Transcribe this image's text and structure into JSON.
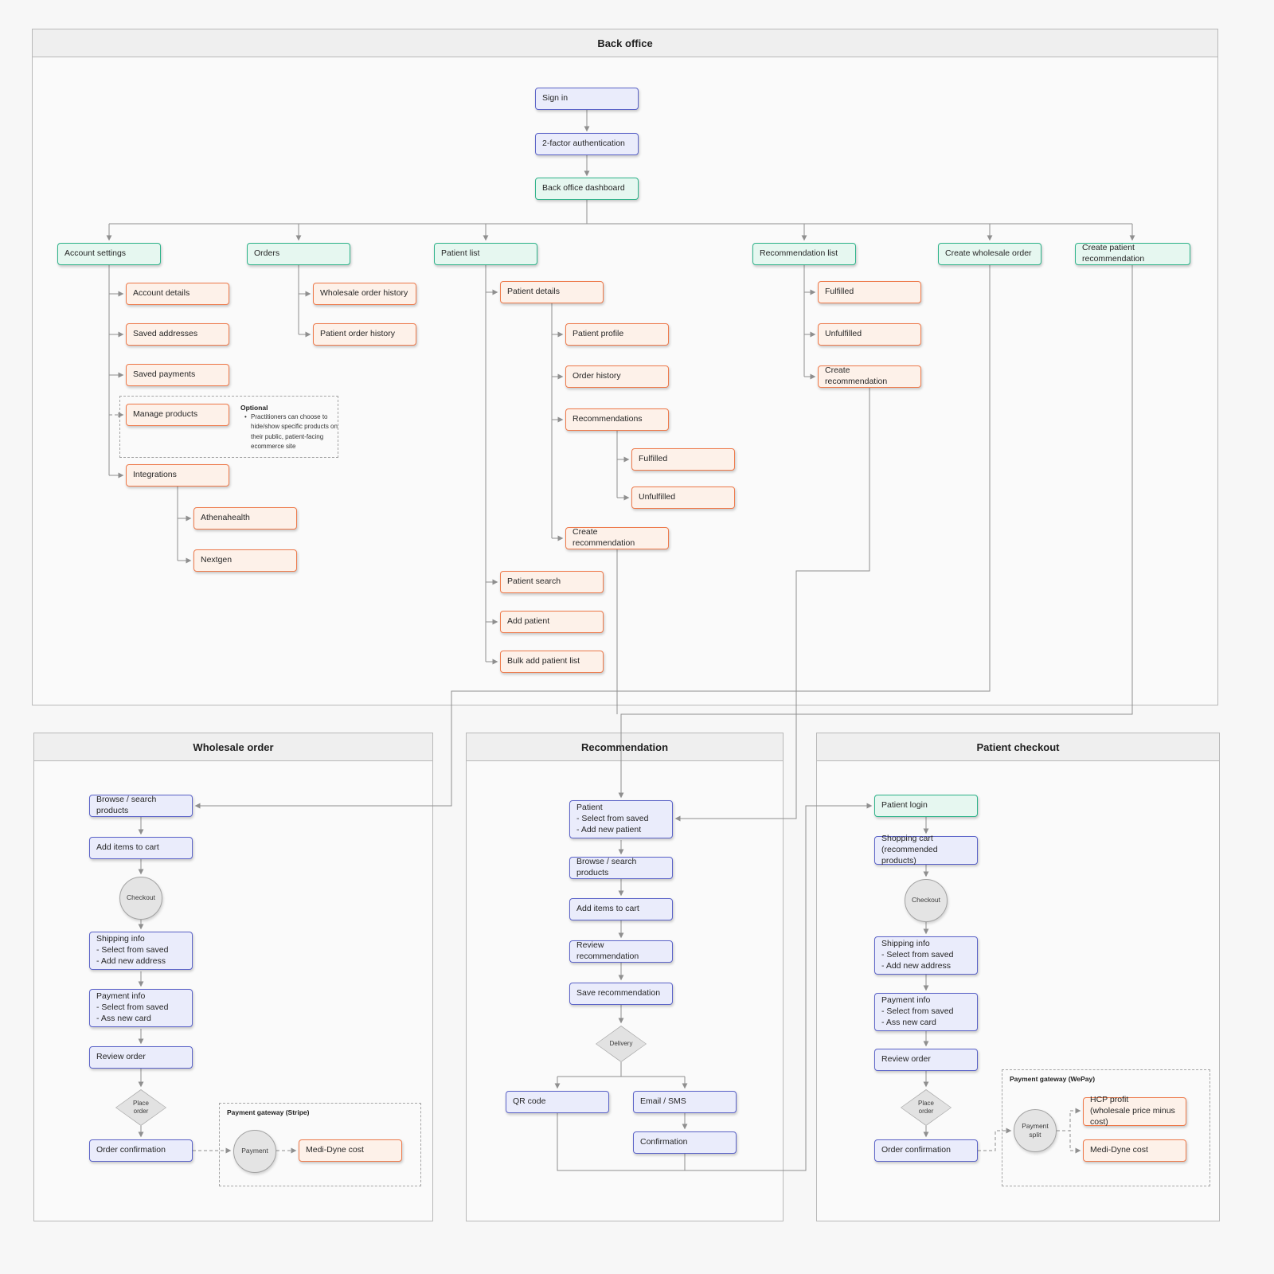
{
  "containers": {
    "back_office": "Back office",
    "wholesale": "Wholesale order",
    "recommendation": "Recommendation",
    "checkout": "Patient checkout"
  },
  "colors": {
    "primary_node_border": "#5b63c8",
    "success_node_border": "#2fb38a",
    "accent_node_border": "#ee7a4b"
  },
  "nodes": {
    "sign_in": "Sign in",
    "two_factor": "2-factor authentication",
    "dashboard": "Back office dashboard",
    "account_settings": "Account settings",
    "orders": "Orders",
    "patient_list": "Patient list",
    "recommendation_list": "Recommendation list",
    "create_wholesale_order": "Create wholesale order",
    "create_patient_recommendation": "Create patient recommendation",
    "account_details": "Account details",
    "saved_addresses": "Saved addresses",
    "saved_payments": "Saved payments",
    "manage_products": "Manage products",
    "integrations": "Integrations",
    "athenahealth": "Athenahealth",
    "nextgen": "Nextgen",
    "wholesale_order_history": "Wholesale order history",
    "patient_order_history": "Patient order history",
    "patient_details": "Patient details",
    "patient_profile": "Patient profile",
    "order_history": "Order history",
    "recommendations": "Recommendations",
    "rec_fulfilled": "Fulfilled",
    "rec_unfulfilled": "Unfulfilled",
    "create_recommendation_pd": "Create recommendation",
    "patient_search": "Patient search",
    "add_patient": "Add patient",
    "bulk_add_patient_list": "Bulk add patient list",
    "list_fulfilled": "Fulfilled",
    "list_unfulfilled": "Unfulfilled",
    "create_recommendation_rl": "Create recommendation",
    "ws_browse": "Browse / search products",
    "ws_add_items": "Add items to cart",
    "ws_checkout": "Checkout",
    "ws_shipping": "Shipping info\n- Select from saved\n- Add new address",
    "ws_payment": "Payment info\n- Select from saved\n- Ass new card",
    "ws_review": "Review order",
    "ws_place_order": "Place\norder",
    "ws_confirmation": "Order confirmation",
    "ws_gateway_label": "Payment gateway (Stripe)",
    "ws_payment_circle": "Payment",
    "ws_medidyne": "Medi-Dyne cost",
    "rc_patient": "Patient\n- Select from saved\n- Add new patient",
    "rc_browse": "Browse / search products",
    "rc_add_items": "Add items to cart",
    "rc_review": "Review recommendation",
    "rc_save": "Save recommendation",
    "rc_delivery": "Delivery",
    "rc_qr": "QR code",
    "rc_email": "Email / SMS",
    "rc_confirmation": "Confirmation",
    "pc_login": "Patient login",
    "pc_cart": "Shopping cart\n(recommended products)",
    "pc_checkout": "Checkout",
    "pc_shipping": "Shipping info\n- Select from saved\n- Add new address",
    "pc_payment": "Payment info\n- Select from saved\n- Ass new card",
    "pc_review": "Review order",
    "pc_place_order": "Place\norder",
    "pc_confirmation": "Order confirmation",
    "pc_gateway_label": "Payment gateway (WePay)",
    "pc_split_circle": "Payment\nsplit",
    "pc_hcp_profit": "HCP profit\n(wholesale price minus cost)",
    "pc_medidyne": "Medi-Dyne cost"
  },
  "optional_note": {
    "title": "Optional",
    "bullet": "Practitioners can choose to hide/show specific products on their public, patient-facing ecommerce site"
  }
}
